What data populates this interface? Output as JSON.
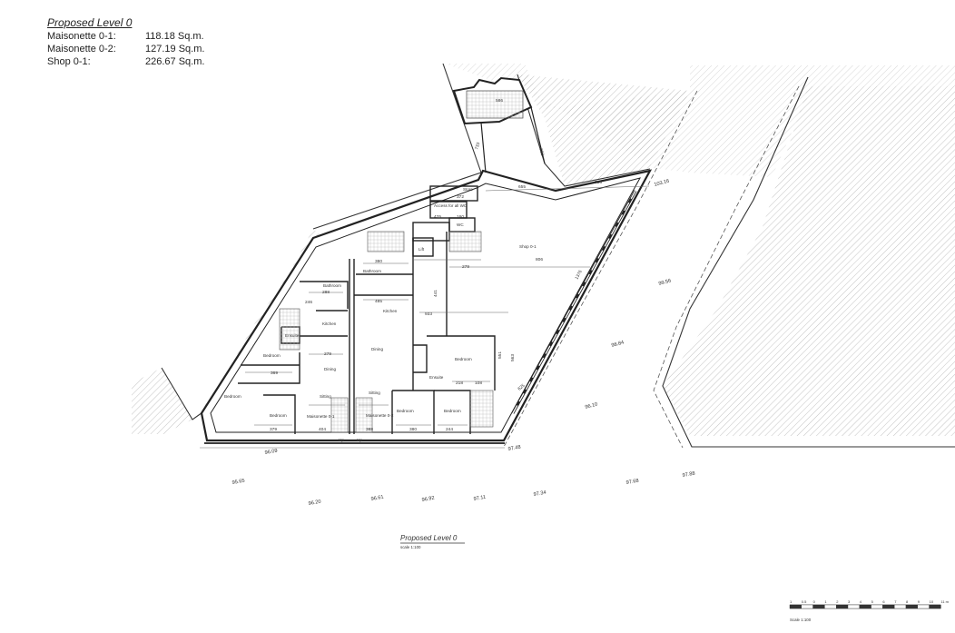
{
  "legend": {
    "title": "Proposed Level 0",
    "rows": [
      {
        "name": "Maisonette 0-1:",
        "area": "118.18 Sq.m."
      },
      {
        "name": "Maisonette 0-2:",
        "area": "127.19 Sq.m."
      },
      {
        "name": "Shop 0-1:",
        "area": "226.67 Sq.m."
      }
    ]
  },
  "drawing_title": "Proposed Level 0",
  "drawing_scale": "scale 1:100",
  "scale_bar": {
    "label": "Scale 1:100",
    "ticks": [
      "1",
      "0.5",
      "0",
      "1",
      "2",
      "3",
      "4",
      "5",
      "6",
      "7",
      "8",
      "9",
      "10",
      "11 m"
    ]
  },
  "levels": [
    "103.16",
    "99.56",
    "98.84",
    "96.10",
    "96.09",
    "97.48",
    "95.65",
    "96.20",
    "96.61",
    "96.92",
    "97.11",
    "97.34",
    "97.68",
    "97.88"
  ],
  "rooms": {
    "store": "Store",
    "access": "Access for all WC",
    "wc": "WC",
    "lift": "Lift",
    "shop": "Shop 0-1",
    "bathroom_a": "Bathroom",
    "bathroom_b": "Bathroom",
    "bathroom_c": "Bathroom",
    "kitchen_a": "Kitchen",
    "kitchen_b": "Kitchen",
    "ensuite_a": "Ensuite",
    "ensuite_b": "Ensuite",
    "dining_a": "Dining",
    "dining_b": "Dining",
    "sitting_a": "Sitting",
    "sitting_b": "Sitting",
    "bedroom_a": "Bedroom",
    "bedroom_b": "Bedroom",
    "bedroom_c": "Bedroom",
    "bedroom_d": "Bedroom",
    "bedroom_e": "Bedroom",
    "bedroom_f": "Bedroom",
    "maisonette_1": "Maisonette 0-1",
    "maisonette_2": "Maisonette 0-2",
    "up_a": "Up",
    "up_b": "Up"
  },
  "dims": [
    "586",
    "733",
    "792",
    "655",
    "616",
    "372",
    "425",
    "160",
    "279",
    "806",
    "380",
    "485",
    "933",
    "288",
    "246",
    "279",
    "369",
    "379",
    "404",
    "388",
    "380",
    "244",
    "218",
    "108",
    "1376",
    "551",
    "625",
    "563",
    "441"
  ]
}
